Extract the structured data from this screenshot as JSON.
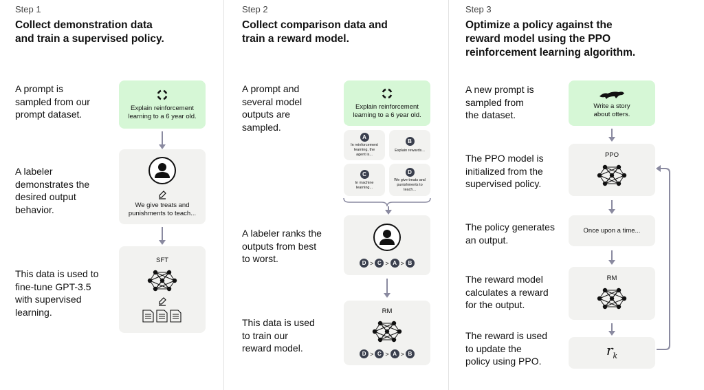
{
  "steps": [
    {
      "label": "Step 1",
      "title": [
        "Collect demonstration data",
        "and train a supervised policy."
      ],
      "descs": [
        [
          "A prompt is",
          "sampled from our",
          "prompt dataset."
        ],
        [
          "A labeler",
          "demonstrates the",
          "desired output",
          "behavior."
        ],
        [
          "This data is used to",
          "fine-tune GPT-3.5",
          "with supervised",
          "learning."
        ]
      ],
      "prompt": [
        "Explain reinforcement",
        "learning to a 6 year old."
      ],
      "demo": [
        "We give treats and",
        "punishments to teach..."
      ],
      "model": "SFT"
    },
    {
      "label": "Step 2",
      "title": [
        "Collect comparison data and",
        "train a reward model."
      ],
      "descs": [
        [
          "A prompt and",
          "several model",
          "outputs are",
          "sampled."
        ],
        [
          "A labeler ranks the",
          "outputs from best",
          "to worst."
        ],
        [
          "This data is used",
          "to train our",
          "reward model."
        ]
      ],
      "prompt": [
        "Explain reinforcement",
        "learning to a 6 year old."
      ],
      "outputs": [
        {
          "id": "A",
          "text": [
            "In reinforcement",
            "learning, the",
            "agent is..."
          ]
        },
        {
          "id": "B",
          "text": [
            "Explain rewards..."
          ]
        },
        {
          "id": "C",
          "text": [
            "In machine",
            "learning..."
          ]
        },
        {
          "id": "D",
          "text": [
            "We give treats and",
            "punishments to",
            "teach..."
          ]
        }
      ],
      "ranking": [
        "D",
        "C",
        "A",
        "B"
      ],
      "model": "RM"
    },
    {
      "label": "Step 3",
      "title": [
        "Optimize a policy against the",
        "reward model using the PPO",
        "reinforcement learning algorithm."
      ],
      "descs": [
        [
          "A new prompt is",
          "sampled from",
          "the dataset."
        ],
        [
          "The PPO model is",
          "initialized from the",
          "supervised policy."
        ],
        [
          "The policy generates",
          "an output."
        ],
        [
          "The reward model",
          "calculates a reward",
          "for the output."
        ],
        [
          "The reward is used",
          "to update the",
          "policy using PPO."
        ]
      ],
      "prompt": [
        "Write a story",
        "about otters."
      ],
      "policy_model": "PPO",
      "output": "Once upon a time...",
      "reward_model": "RM",
      "reward": "r",
      "reward_sub": "k"
    }
  ],
  "colors": {
    "prompt_box": "#d6f7d6",
    "box": "#f2f2f0",
    "arrow": "#8a8aa0",
    "badge": "#3a3f4d"
  }
}
